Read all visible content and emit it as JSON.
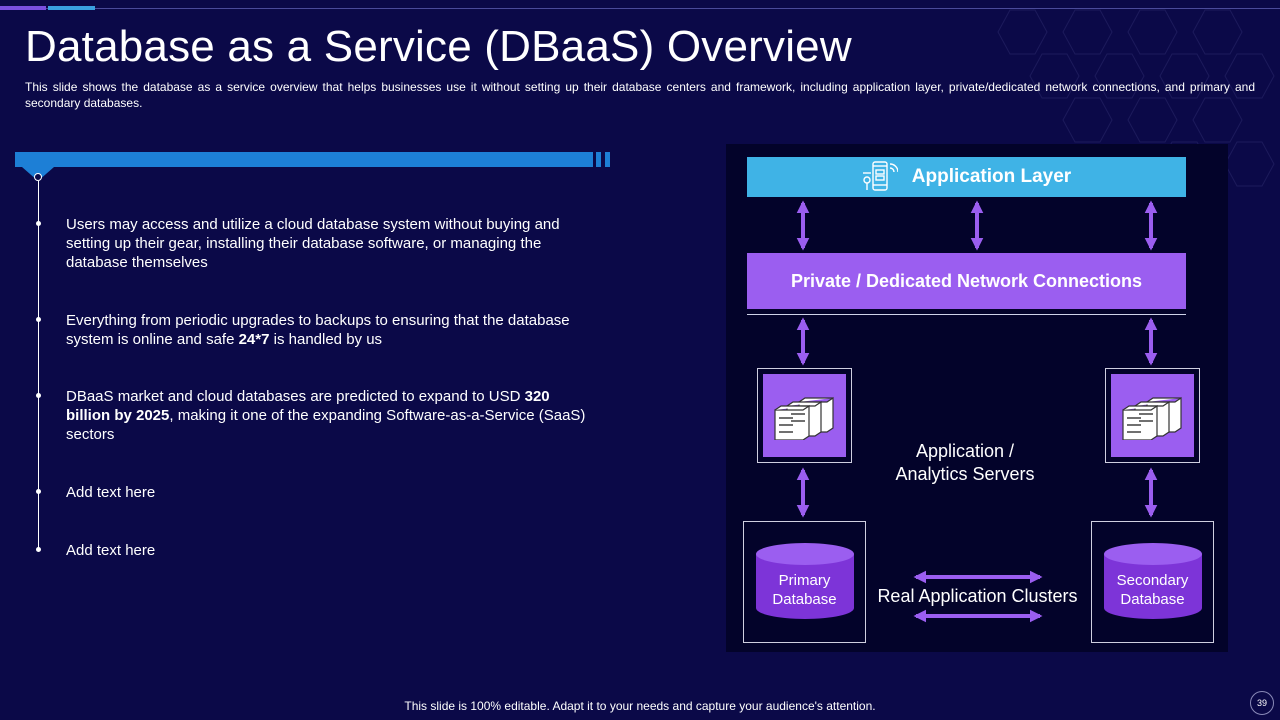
{
  "title": "Database as a Service (DBaaS) Overview",
  "subtitle": "This slide shows the database as a service overview  that helps businesses use it without setting up their database centers and framework,  including application layer, private/dedicated  network  connections,  and primary and secondary databases.",
  "bullets": [
    {
      "pre": "Users may access and utilize a cloud database system without buying and setting up their gear, installing their database software, or managing the database themselves",
      "bold": "",
      "post": ""
    },
    {
      "pre": "Everything  from periodic upgrades to backups to ensuring that the database system is online and safe ",
      "bold": "24*7",
      "post": " is handled by us"
    },
    {
      "pre": "DBaaS market and cloud databases are predicted to expand to USD ",
      "bold": "320 billion by 2025",
      "post": ", making it one of the expanding Software-as-a-Service (SaaS) sectors"
    },
    {
      "pre": "Add text here",
      "bold": "",
      "post": ""
    },
    {
      "pre": "Add text here",
      "bold": "",
      "post": ""
    }
  ],
  "diagram": {
    "application_layer": "Application Layer",
    "network": "Private / Dedicated Network Connections",
    "servers": "Application / Analytics Servers",
    "servers_line1": "Application /",
    "servers_line2": "Analytics Servers",
    "primary_line1": "Primary",
    "primary_line2": "Database",
    "secondary_line1": "Secondary",
    "secondary_line2": "Database",
    "clusters": "Real Application Clusters"
  },
  "colors": {
    "background": "#0b0948",
    "accent_blue": "#1d7fd6",
    "sky": "#3fb3e6",
    "purple": "#9b5ef0"
  },
  "icons": [
    "mobile-app-icon",
    "server-rack-icon",
    "database-cylinder-icon",
    "double-arrow-icon"
  ],
  "footer": "This slide is 100% editable. Adapt it to your needs and capture your audience's attention.",
  "page_number": "39"
}
